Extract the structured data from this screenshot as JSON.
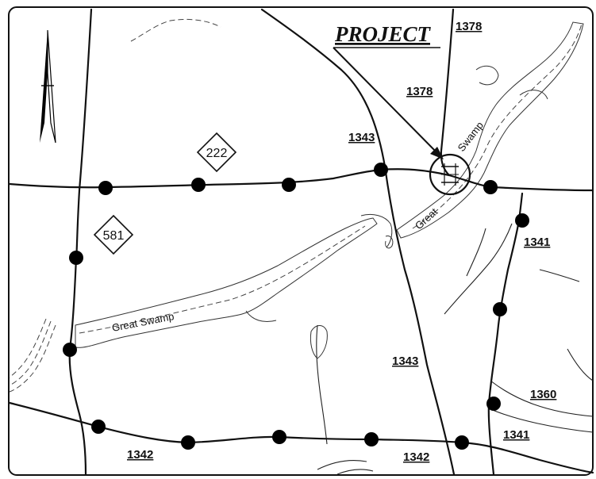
{
  "title": "PROJECT",
  "route_labels": {
    "r1378_top": "1378",
    "r1378_mid": "1378",
    "r1343_top": "1343",
    "r1343_low": "1343",
    "r1341_a": "1341",
    "r1341_b": "1341",
    "r1360": "1360",
    "r1342_a": "1342",
    "r1342_b": "1342"
  },
  "shields": {
    "s222": "222",
    "s581": "581"
  },
  "water_labels": {
    "great_swamp_west": "Great Swamp",
    "great_upper": "Great",
    "swamp_upper": "Swamp"
  },
  "icons": {
    "north_arrow": "north-arrow-icon",
    "project_marker": "project-circle-icon",
    "survey_point": "survey-point-icon"
  }
}
